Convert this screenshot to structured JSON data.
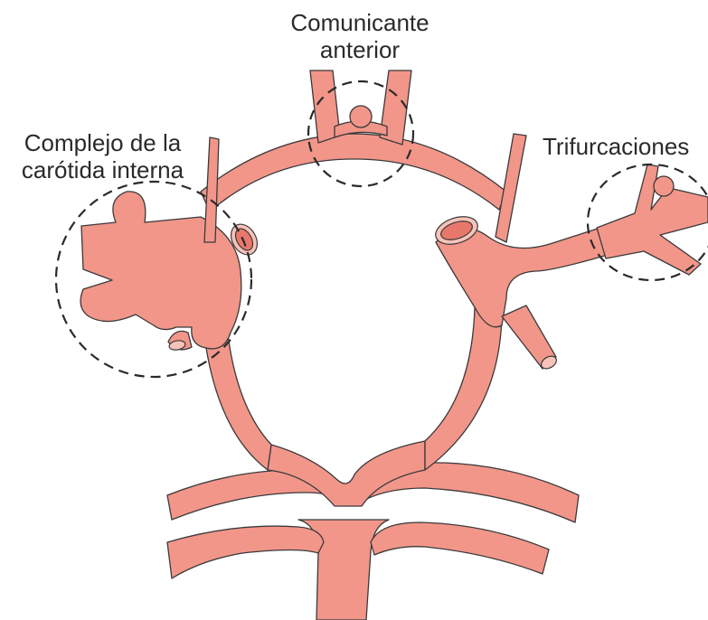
{
  "labels": {
    "anterior_communicating": {
      "line1": "Comunicante",
      "line2": "anterior"
    },
    "internal_carotid_complex": {
      "line1": "Complejo de la",
      "line2": "carótida interna"
    },
    "trifurcations": {
      "line1": "Trifurcaciones"
    }
  },
  "colors": {
    "vessel_fill": "#f2968a",
    "vessel_lumen": "#e8786b",
    "outline": "#3a3a3a",
    "dashed_region": "#2a2a2a"
  }
}
